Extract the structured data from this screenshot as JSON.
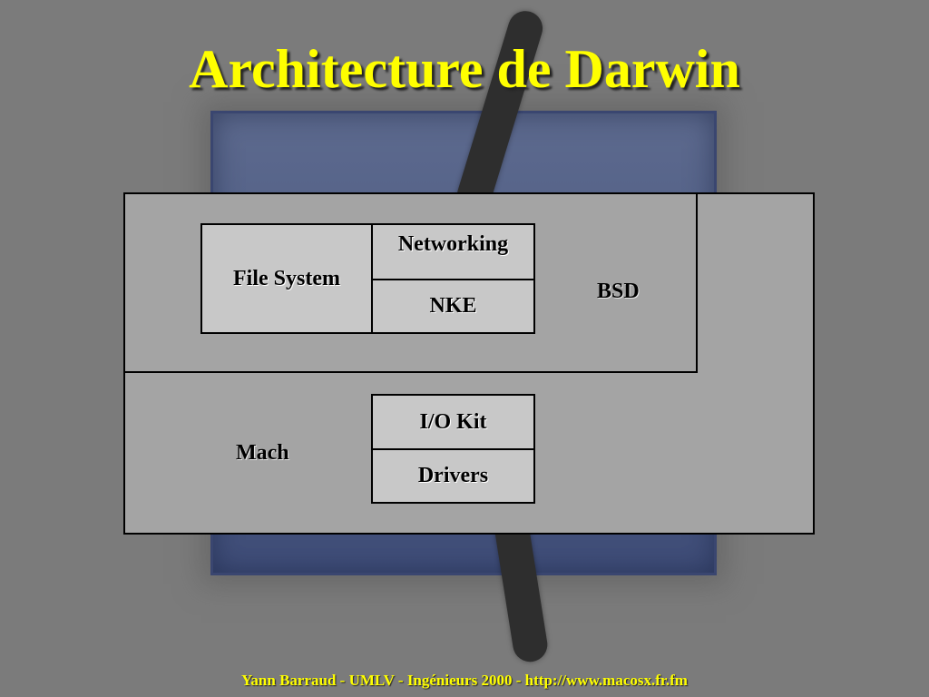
{
  "slide": {
    "title": "Architecture de Darwin",
    "footer": "Yann Barraud - UMLV - Ingénieurs 2000 - http://www.macosx.fr.fm"
  },
  "diagram": {
    "layers": {
      "bsd": "BSD",
      "mach": "Mach"
    },
    "components": {
      "file_system": "File System",
      "networking": "Networking",
      "nke": "NKE",
      "io_kit": "I/O Kit",
      "drivers": "Drivers"
    }
  },
  "colors": {
    "background": "#7b7b7b",
    "title": "#ffff00",
    "layer_fill": "#a4a4a4",
    "component_fill": "#c8c8c8"
  }
}
